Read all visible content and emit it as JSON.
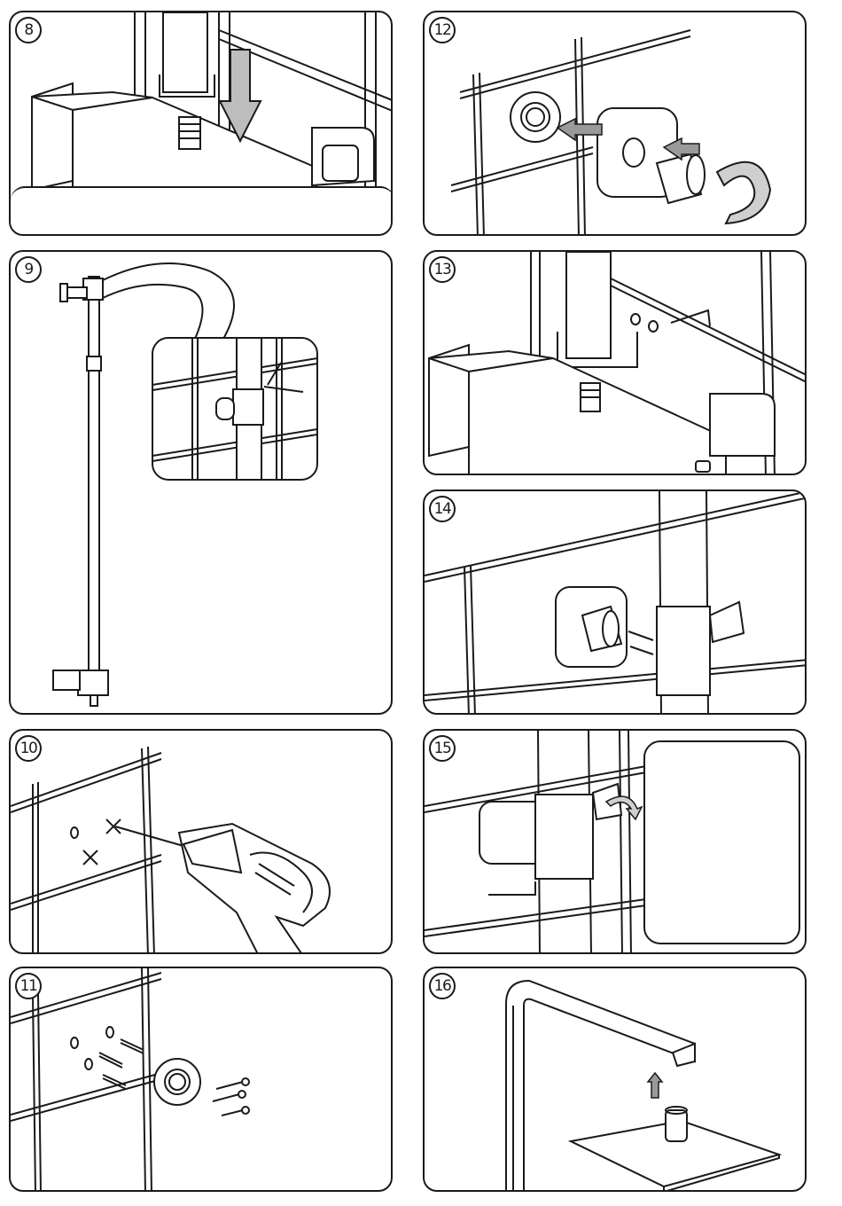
{
  "steps": [
    {
      "number": "8",
      "content": "thermostat-body-attach-on-riser"
    },
    {
      "number": "9",
      "content": "slide-bar-hand-shower-holder"
    },
    {
      "number": "10",
      "content": "drill-holes-in-tile-wall"
    },
    {
      "number": "11",
      "content": "insert-wall-plugs-and-screws"
    },
    {
      "number": "12",
      "content": "attach-wall-flange-and-connector"
    },
    {
      "number": "13",
      "content": "attach-thermostat-with-grub-screws"
    },
    {
      "number": "14",
      "content": "connect-riser-to-wall-bracket"
    },
    {
      "number": "15",
      "content": "tighten-nut-and-grub-screw"
    },
    {
      "number": "16",
      "content": "install-overhead-shower-head"
    }
  ],
  "brand_mark": "",
  "colors": {
    "line": "#1a1a1a",
    "arrow_fill": "#9a9a9a",
    "rotate_fill": "#cfcfcf"
  }
}
